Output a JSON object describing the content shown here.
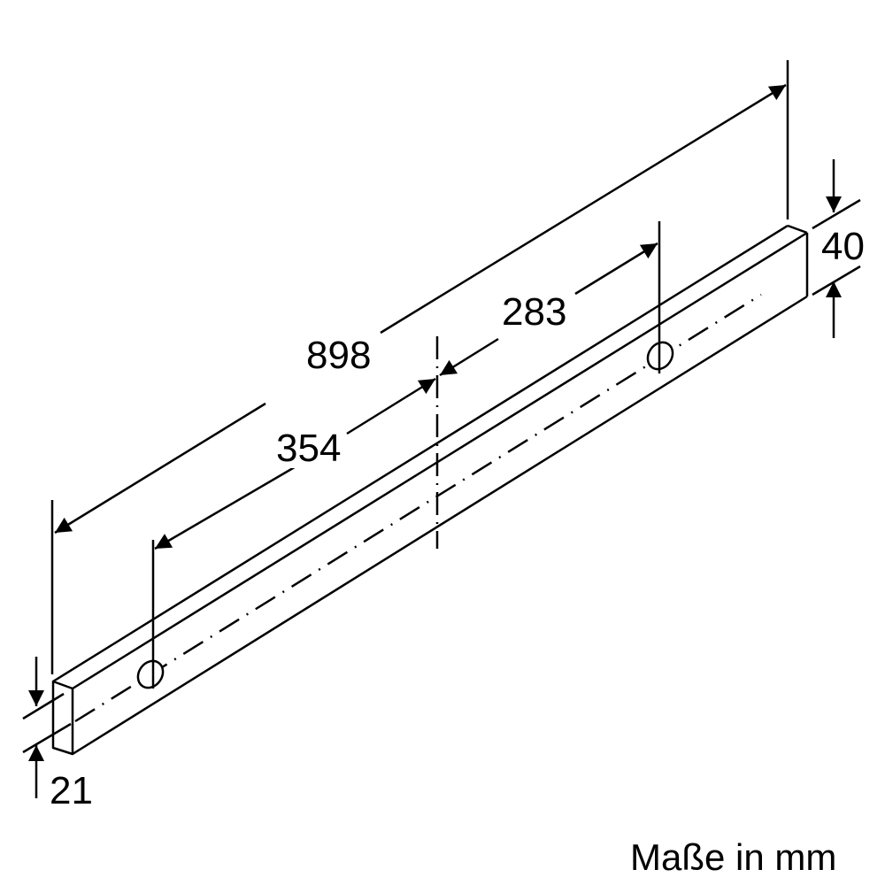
{
  "diagram": {
    "type": "isometric dimension drawing",
    "subject": "bar / trim strip",
    "units_caption": "Maße in mm",
    "dimensions": {
      "overall_length": "898",
      "left_hole_to_center": "354",
      "center_to_right_hole": "283",
      "height": "40",
      "depth": "21"
    },
    "colors": {
      "line": "#000000",
      "background": "#ffffff"
    }
  }
}
